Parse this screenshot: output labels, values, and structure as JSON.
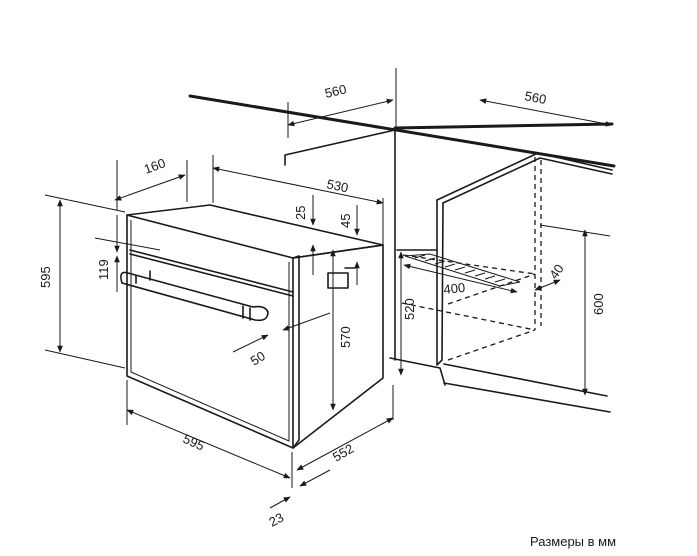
{
  "dimensions": {
    "cab_depth_left": "560",
    "cab_depth_right": "560",
    "top_depth": "160",
    "oven_depth": "530",
    "top_offset": "25",
    "panel_offset": "45",
    "oven_height": "595",
    "panel_height": "119",
    "cutout_height": "570",
    "niche_height": "520",
    "cab_height": "600",
    "vent_width": "400",
    "vent_depth": "40",
    "handle_offset": "50",
    "oven_width": "595",
    "side_depth": "552",
    "door_offset": "23"
  },
  "caption": "Размеры в мм"
}
